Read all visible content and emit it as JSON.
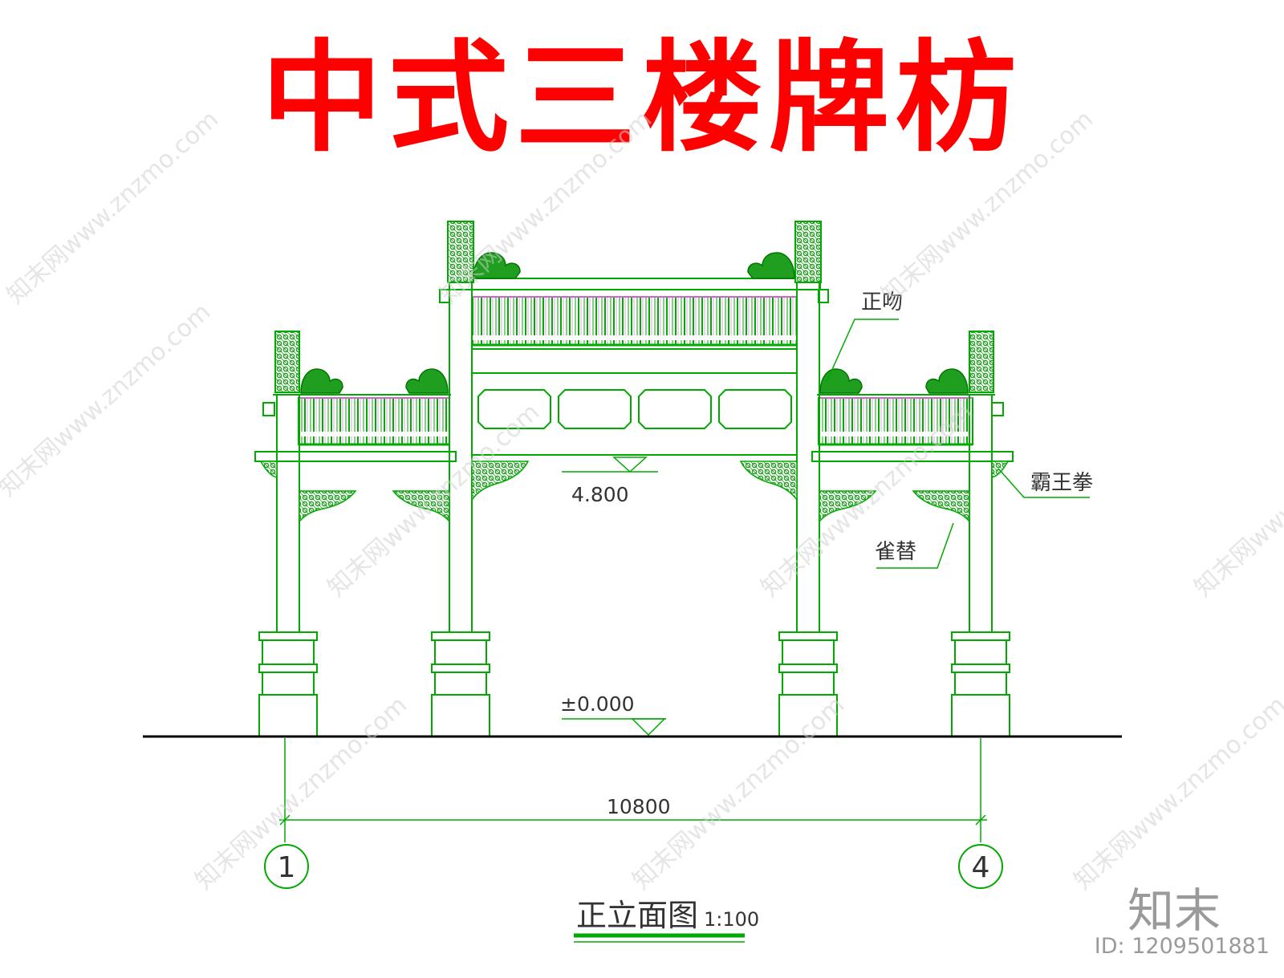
{
  "title": "中式三楼牌枋",
  "annotations": {
    "zhengwen": "正吻",
    "bawangquan": "霸王拳",
    "queti": "雀替",
    "elevation_top": "4.800",
    "elevation_ground": "±0.000",
    "span": "10800"
  },
  "axes": {
    "left": "1",
    "right": "4"
  },
  "caption": {
    "name": "正立面图",
    "scale": "1:100"
  },
  "watermark": {
    "brand": "知末",
    "id": "ID: 1209501881",
    "url": "知末网www.znzmo.com"
  },
  "colors": {
    "title": "#ff0000",
    "drawing": "#00aa00",
    "ornament": "#1f9e1f",
    "tile_accent": "#cc66cc"
  }
}
